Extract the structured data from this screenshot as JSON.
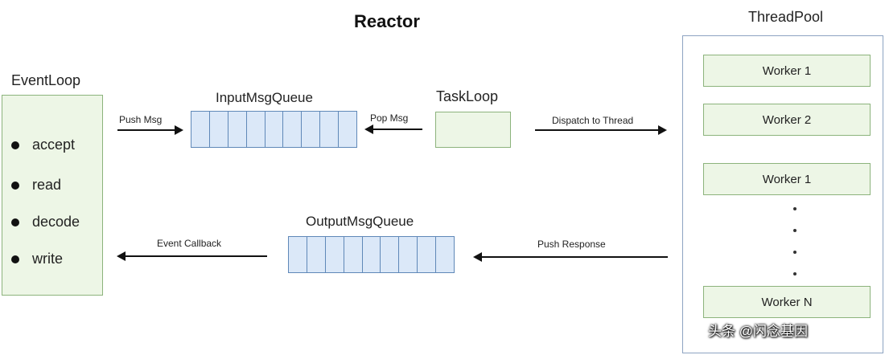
{
  "title": "Reactor",
  "event_loop": {
    "label": "EventLoop",
    "items": [
      "accept",
      "read",
      "decode",
      "write"
    ]
  },
  "input_queue": {
    "label": "InputMsgQueue",
    "cells": 9
  },
  "output_queue": {
    "label": "OutputMsgQueue",
    "cells": 9
  },
  "task_loop": {
    "label": "TaskLoop"
  },
  "thread_pool": {
    "label": "ThreadPool",
    "workers": [
      "Worker 1",
      "Worker 2",
      "Worker 1",
      "Worker N"
    ]
  },
  "arrows": {
    "push_msg": "Push Msg",
    "pop_msg": "Pop Msg",
    "dispatch": "Dispatch to Thread",
    "event_callback": "Event Callback",
    "push_response": "Push Response"
  },
  "watermark": "头条 @闪念基因",
  "colors": {
    "box_fill": "#edf6e6",
    "box_border": "#8cb37c",
    "queue_fill": "#dbe8f8",
    "queue_border": "#5f88b8"
  }
}
